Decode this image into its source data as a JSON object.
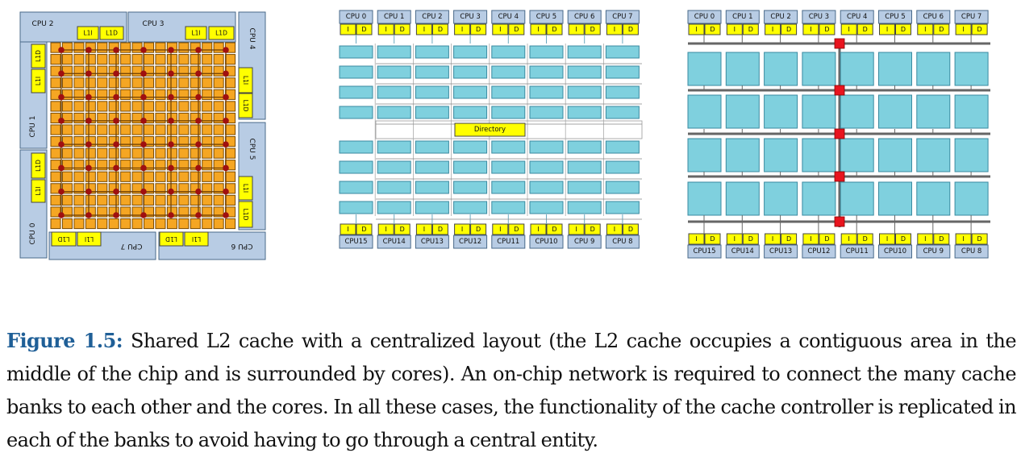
{
  "panel_a": {
    "cores": [
      {
        "name": "CPU 2",
        "l1i": "L1I",
        "l1d": "L1D"
      },
      {
        "name": "CPU 3",
        "l1i": "L1I",
        "l1d": "L1D"
      },
      {
        "name": "CPU 4",
        "l1i": "L1I",
        "l1d": "L1D"
      },
      {
        "name": "CPU 5",
        "l1i": "L1I",
        "l1d": "L1D"
      },
      {
        "name": "CPU 6",
        "l1i": "L1I",
        "l1d": "L1D"
      },
      {
        "name": "CPU 7",
        "l1i": "L1I",
        "l1d": "L1D"
      },
      {
        "name": "CPU 0",
        "l1i": "L1I",
        "l1d": "L1D"
      },
      {
        "name": "CPU 1",
        "l1i": "L1I",
        "l1d": "L1D"
      }
    ],
    "grid_size": 16,
    "router_rows": 8,
    "router_cols": 7,
    "colors": {
      "core": "#b8cce4",
      "l1": "#ffff00",
      "bank": "#f5a623",
      "router": "#a01010"
    }
  },
  "panel_b": {
    "top_cpus": [
      "CPU 0",
      "CPU 1",
      "CPU 2",
      "CPU 3",
      "CPU 4",
      "CPU 5",
      "CPU 6",
      "CPU 7"
    ],
    "bottom_cpus": [
      "CPU15",
      "CPU14",
      "CPU13",
      "CPU12",
      "CPU11",
      "CPU10",
      "CPU 9",
      "CPU 8"
    ],
    "icache": "I",
    "dcache": "D",
    "directory": "Directory",
    "colors": {
      "bank": "#7fd0de",
      "l1": "#ffff00",
      "core": "#b8cce4"
    }
  },
  "panel_c": {
    "top_cpus": [
      "CPU 0",
      "CPU 1",
      "CPU 2",
      "CPU 3",
      "CPU 4",
      "CPU 5",
      "CPU 6",
      "CPU 7"
    ],
    "bottom_cpus": [
      "CPU15",
      "CPU14",
      "CPU13",
      "CPU12",
      "CPU11",
      "CPU10",
      "CPU 9",
      "CPU 8"
    ],
    "icache": "I",
    "dcache": "D",
    "colors": {
      "bank": "#7fd0de",
      "l1": "#ffff00",
      "core": "#b8cce4",
      "switch": "#e8141e"
    }
  },
  "caption": {
    "label": "Figure 1.5:",
    "text": "Shared L2 cache with a centralized layout (the L2 cache occupies a contiguous area in the middle of the chip and is surrounded by cores). An on-chip network is required to connect the many cache banks to each other and the cores. In all these cases, the functionality of the cache controller is replicated in each of the banks to avoid having to go through a central entity."
  }
}
